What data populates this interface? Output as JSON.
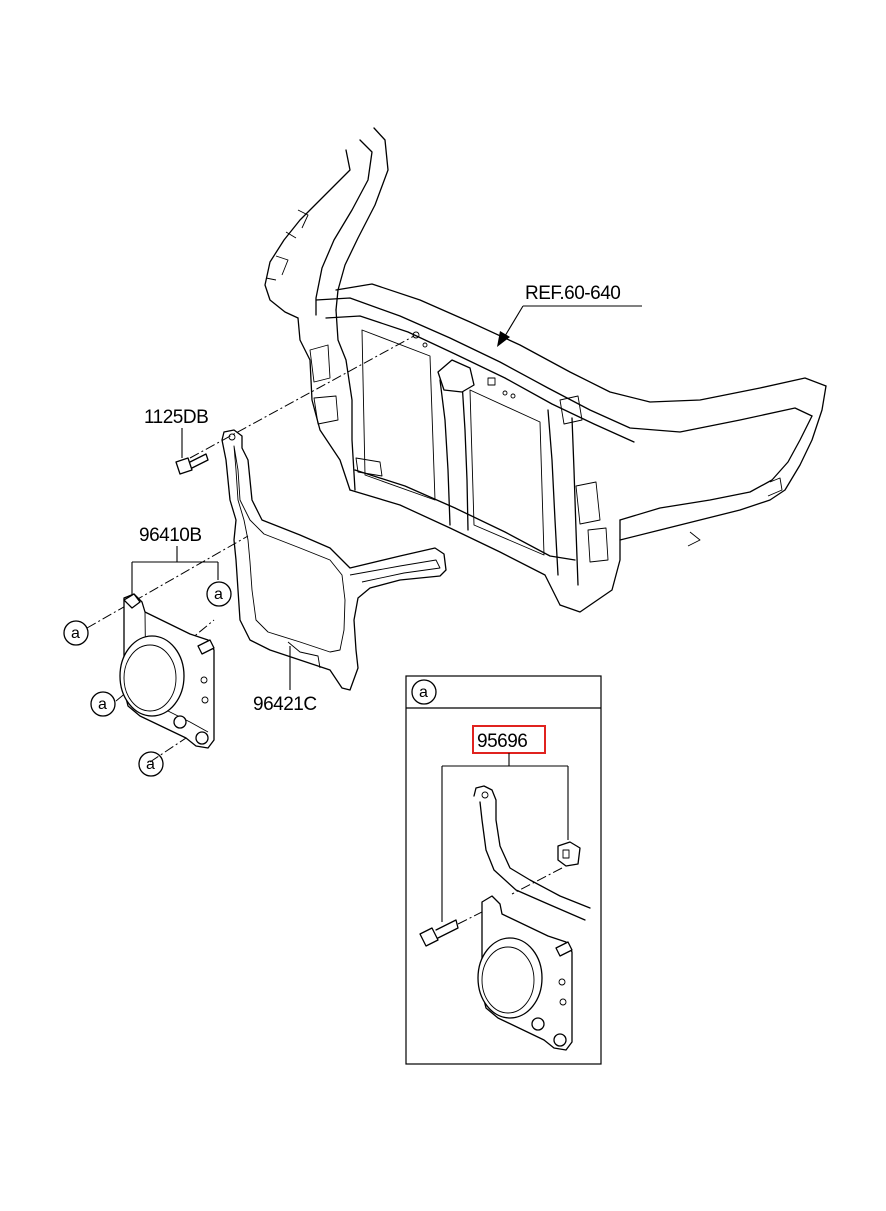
{
  "labels": {
    "ref": "REF.60-640",
    "bolt": "1125DB",
    "fog_lamp": "96410B",
    "bracket": "96421C",
    "kit": "95696"
  },
  "callout_letter": "a",
  "highlight_color": "#e0231f"
}
